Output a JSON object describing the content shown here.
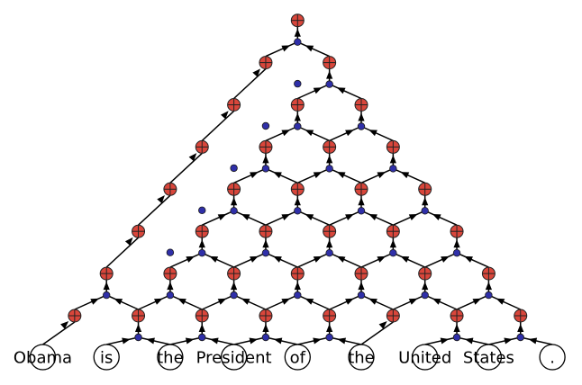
{
  "words": [
    "Obama",
    "is",
    "the",
    "President",
    "of",
    "the",
    "United",
    "States",
    "."
  ],
  "colors": {
    "composition_node": "#d9463b",
    "combination_node": "#2f2fa8",
    "word_node_fill": "#ffffff",
    "edge": "#000000"
  },
  "tree": {
    "levels": 9,
    "missing_combinations": [
      {
        "level": 1,
        "index": 0
      },
      {
        "level": 1,
        "index": 5
      }
    ],
    "single_path_nodes": [
      {
        "level": 3,
        "index": 0
      },
      {
        "level": 4,
        "index": 0
      },
      {
        "level": 5,
        "index": 0
      },
      {
        "level": 6,
        "index": 0
      },
      {
        "level": 7,
        "index": 0
      }
    ]
  },
  "icons": {
    "word_node": "circle-icon",
    "composition_node": "red-circle-cross-icon",
    "combination_node": "blue-dot-icon",
    "arrow": "arrowhead-icon"
  }
}
